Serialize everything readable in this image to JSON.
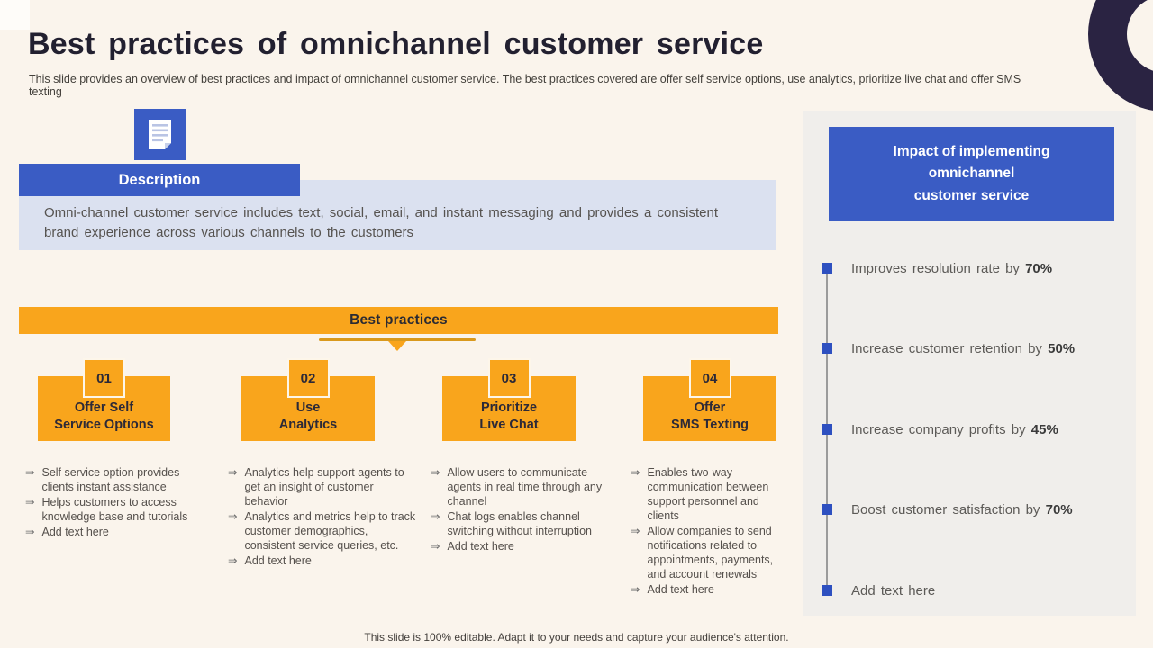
{
  "slide": {
    "title": "Best practices of omnichannel customer service",
    "subtitle": "This slide provides an overview of best practices and impact of omnichannel customer service. The best practices covered are offer self service options, use analytics, prioritize live chat and offer SMS texting",
    "footer": "This slide is 100% editable. Adapt it to your needs and capture your audience's attention."
  },
  "description": {
    "header": "Description",
    "body": "Omni-channel customer service includes text, social, email, and instant messaging and provides a consistent brand experience across various channels to the customers",
    "icon": "document-icon"
  },
  "best_practices": {
    "header": "Best practices",
    "bullet_glyph": "⇒",
    "cards": [
      {
        "number": "01",
        "title": "Offer Self\nService Options",
        "points": [
          "Self service option provides clients instant assistance",
          "Helps customers to access knowledge base and tutorials",
          "Add text here"
        ]
      },
      {
        "number": "02",
        "title": "Use\nAnalytics",
        "points": [
          "Analytics help support agents to get an insight of customer behavior",
          "Analytics and metrics help to track customer demographics, consistent service queries, etc.",
          "Add text here"
        ]
      },
      {
        "number": "03",
        "title": "Prioritize\nLive Chat",
        "points": [
          "Allow users to communicate agents in real time through any channel",
          "Chat logs enables channel switching without interruption",
          "Add text here"
        ]
      },
      {
        "number": "04",
        "title": "Offer\nSMS Texting",
        "points": [
          "Enables two-way communication between support personnel and clients",
          "Allow companies to send notifications related to appointments, payments, and account renewals",
          "Add text here"
        ]
      }
    ]
  },
  "impact": {
    "header": "Impact of implementing\nomnichannel\ncustomer service",
    "items": [
      {
        "label": "Improves resolution rate by",
        "value": "70%"
      },
      {
        "label": "Increase customer retention by",
        "value": "50%"
      },
      {
        "label": "Increase company profits by",
        "value": "45%"
      },
      {
        "label": "Boost customer satisfaction by",
        "value": "70%"
      },
      {
        "label": "Add text here",
        "value": ""
      }
    ]
  },
  "colors": {
    "accent_blue": "#3a5cc4",
    "accent_orange": "#f9a51c",
    "underline_gold": "#d9991d",
    "background_cream": "#faf4ec",
    "panel_gray": "#f0eeeb",
    "ring_dark": "#2a2342",
    "light_blue_box": "#dbe1f0",
    "square_bullet_blue": "#2e50c0"
  }
}
